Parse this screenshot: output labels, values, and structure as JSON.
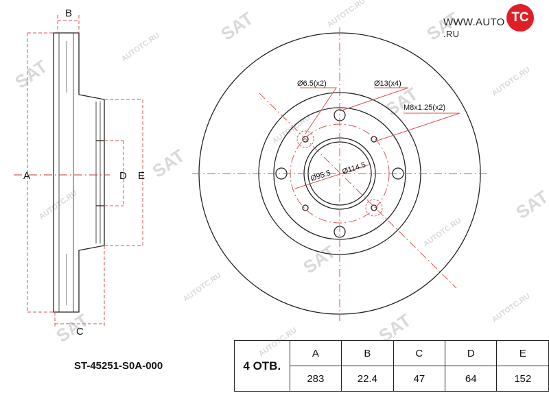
{
  "drawing": {
    "dimension_letters": {
      "a": "A",
      "b": "B",
      "c": "C",
      "d": "D",
      "e": "E"
    },
    "callouts": {
      "hole_small": "Ø6.5(x2)",
      "hole_stud": "Ø13(x4)",
      "thread": "M8x1.25(x2)",
      "pcd_inner": "Ø95.5",
      "pcd_outer": "Ø114.5"
    }
  },
  "part_number": "ST-45251-S0A-000",
  "spec_table": {
    "holes_label": "4 ОТВ.",
    "headers": [
      "A",
      "B",
      "C",
      "D",
      "E"
    ],
    "values": [
      "283",
      "22.4",
      "47",
      "64",
      "152"
    ]
  },
  "watermark": {
    "text": "AUTOTC.RU",
    "brand": "SAT"
  },
  "logo": {
    "prefix": "WWW.AUTO",
    "badge": "TC",
    "suffix": ".RU"
  },
  "colors": {
    "dimension_red": "#d9534f",
    "logo_red": "#e01e26",
    "line": "#222222"
  }
}
